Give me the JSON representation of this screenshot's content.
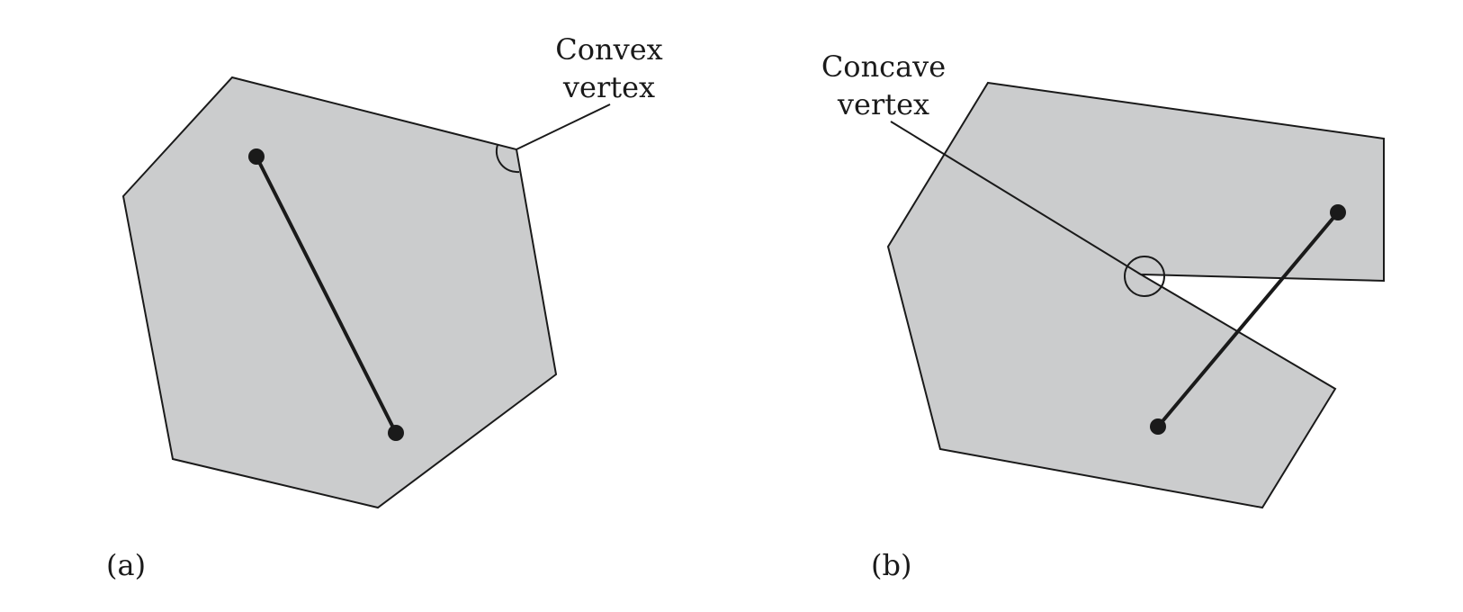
{
  "panel_a": {
    "caption": "(a)",
    "callout": {
      "line1": "Convex",
      "line2": "vertex"
    }
  },
  "panel_b": {
    "caption": "(b)",
    "callout": {
      "line1": "Concave",
      "line2": "vertex"
    }
  },
  "colors": {
    "polygon_fill": "#cbcccd",
    "stroke": "#1a1a1a",
    "background": "#ffffff"
  }
}
